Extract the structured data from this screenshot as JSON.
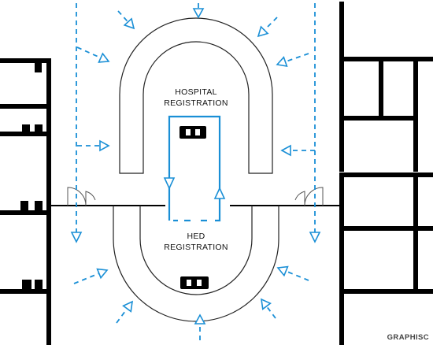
{
  "colors": {
    "flow": "#1a8fd6",
    "wall": "#000000",
    "background": "#ffffff"
  },
  "labels": {
    "upper_1": "HOSPITAL",
    "upper_2": "REGISTRATION",
    "lower_1": "HED",
    "lower_2": "REGISTRATION",
    "credit": "GRAPHISC"
  },
  "icons": {
    "flow_arrow": "dashed-arrow-icon",
    "door": "door-swing-icon",
    "workstation": "desk-icon"
  }
}
